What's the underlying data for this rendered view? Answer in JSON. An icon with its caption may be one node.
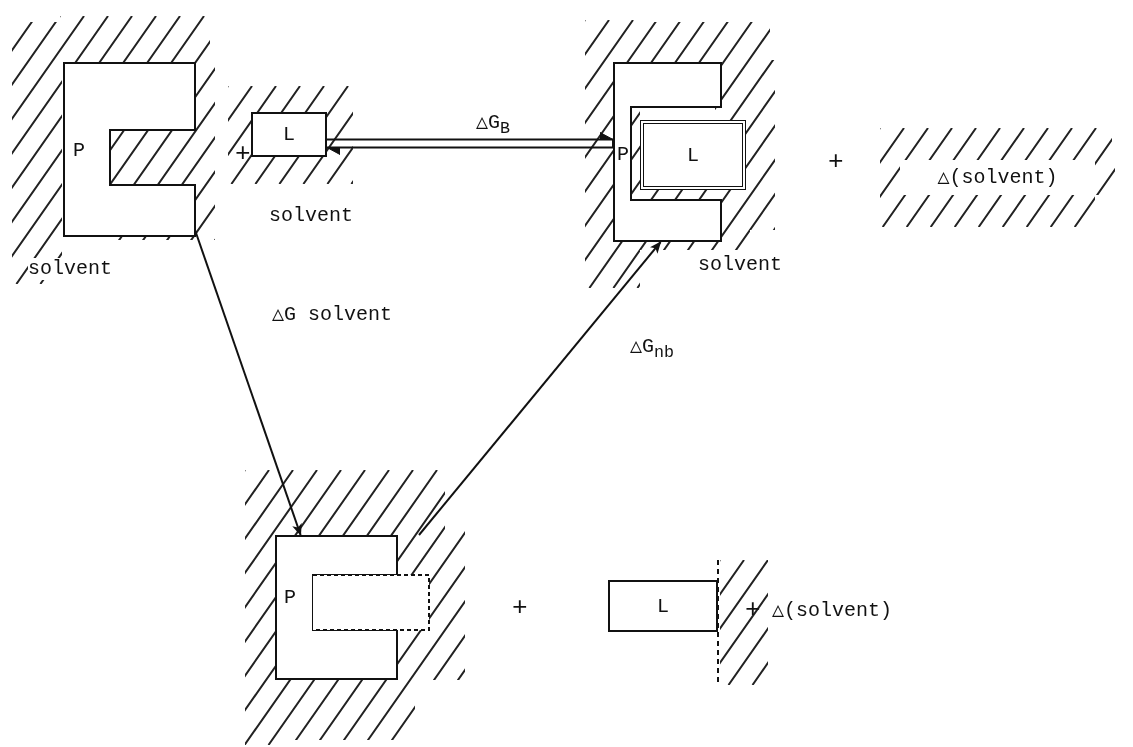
{
  "diagram": {
    "nodes": [
      {
        "text": [
          "P"
        ],
        "beside": [
          "solvent"
        ]
      },
      {
        "text": [
          "L"
        ],
        "beside": [
          "solvent"
        ]
      },
      {
        "text": [
          "P"
        ],
        "beside": [
          "solvent"
        ]
      },
      {
        "text": [
          "L"
        ]
      },
      {
        "text": [
          "△(solvent)"
        ]
      },
      {
        "text": [
          "P"
        ]
      },
      {
        "text": [
          "L"
        ]
      }
    ],
    "edges": [
      {
        "from": 1,
        "to": 2,
        "arrow": "both",
        "label": "△G$_{B}$"
      },
      {
        "from": 0,
        "to": 5,
        "arrow": "to",
        "label": "△G solvent"
      },
      {
        "from": 5,
        "to": 2,
        "arrow": "to",
        "label": "△G$_{nb}$"
      }
    ],
    "labels": [
      "+",
      "+",
      "+",
      "+",
      "△(solvent)"
    ]
  }
}
